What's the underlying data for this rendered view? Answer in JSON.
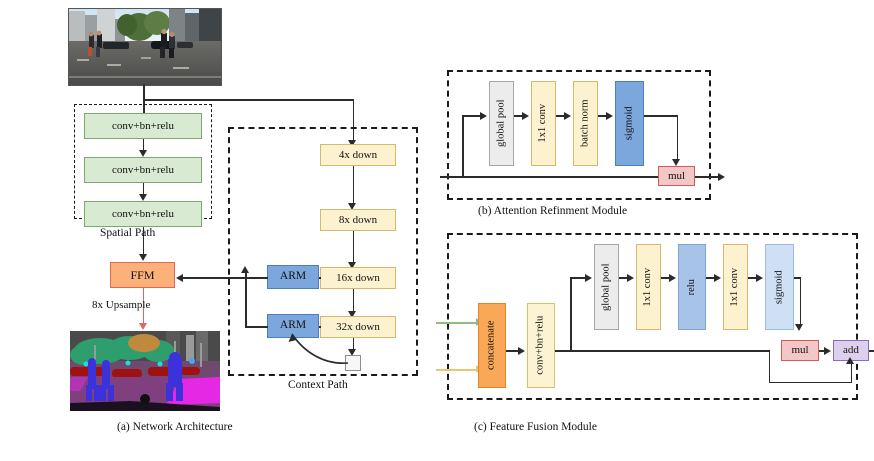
{
  "figure": {
    "panels": [
      {
        "id": "a",
        "caption": "(a) Network Architecture"
      },
      {
        "id": "b",
        "caption": "(b) Attention Refinment Module"
      },
      {
        "id": "c",
        "caption": "(c) Feature Fusion Module"
      }
    ]
  },
  "network_architecture": {
    "input_image_alt": "street scene photograph",
    "output_image_alt": "semantic segmentation result",
    "spatial_path": {
      "label": "Spatial  Path",
      "blocks": [
        {
          "label": "conv+bn+relu"
        },
        {
          "label": "conv+bn+relu"
        },
        {
          "label": "conv+bn+relu"
        }
      ]
    },
    "context_path": {
      "label": "Context Path",
      "downsample_blocks": [
        {
          "label": "4x down"
        },
        {
          "label": "8x down"
        },
        {
          "label": "16x down"
        },
        {
          "label": "32x down"
        }
      ],
      "arm_blocks": [
        {
          "label": "ARM"
        },
        {
          "label": "ARM"
        }
      ],
      "global_pool_node": {
        "label": ""
      }
    },
    "ffm": {
      "label": "FFM"
    },
    "upsample": {
      "label": "8x Upsample"
    }
  },
  "attention_refinment_module": {
    "blocks": [
      {
        "label": "global pool",
        "color": "#ececec"
      },
      {
        "label": "1x1 conv",
        "color": "#fdf2cf"
      },
      {
        "label": "batch norm",
        "color": "#fdf2cf"
      },
      {
        "label": "sigmoid",
        "color": "#7ba7dd"
      }
    ],
    "op": {
      "label": "mul",
      "color": "#f4c7c7"
    }
  },
  "feature_fusion_module": {
    "concatenate": {
      "label": "concatenate",
      "color": "#f9a857"
    },
    "conv": {
      "label": "conv+bn+relu",
      "color": "#fcf3d2"
    },
    "branch_blocks": [
      {
        "label": "global pool",
        "color": "#ececec"
      },
      {
        "label": "1x1 conv",
        "color": "#fdf2cf"
      },
      {
        "label": "relu",
        "color": "#a7c4e8"
      },
      {
        "label": "1x1 conv",
        "color": "#fdf2cf"
      },
      {
        "label": "sigmoid",
        "color": "#cfe0f5"
      }
    ],
    "ops": [
      {
        "label": "mul",
        "color": "#f4c7c7"
      },
      {
        "label": "add",
        "color": "#ddd0ee"
      }
    ],
    "inputs": [
      {
        "name": "spatial-path-input",
        "color": "#8fbc7f"
      },
      {
        "name": "context-path-input",
        "color": "#e6c779"
      }
    ]
  },
  "colors": {
    "green_block": "#d9ead3",
    "yellow_block": "#fdf2cf",
    "blue_block": "#7ba7dd",
    "ffm_orange": "#fbb178",
    "concat_orange": "#f9a857",
    "mul_pink": "#f4c7c7",
    "add_purple": "#ddd0ee",
    "gray_block": "#ececec",
    "line": "#2b2b2b"
  }
}
